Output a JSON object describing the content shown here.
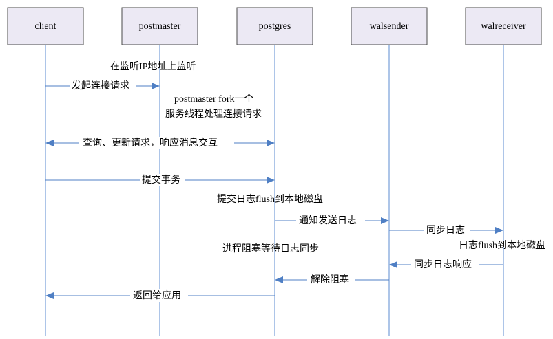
{
  "participants": [
    {
      "id": "client",
      "label": "client"
    },
    {
      "id": "postmaster",
      "label": "postmaster"
    },
    {
      "id": "postgres",
      "label": "postgres"
    },
    {
      "id": "walsender",
      "label": "walsender"
    },
    {
      "id": "walreceiver",
      "label": "walreceiver"
    }
  ],
  "messages": [
    {
      "id": "connect",
      "from": "client",
      "to": "postmaster",
      "label": "发起连接请求"
    },
    {
      "id": "query",
      "from": "client",
      "to": "postgres",
      "label": "查询、更新请求，响应消息交互",
      "bidirectional": true
    },
    {
      "id": "commit",
      "from": "client",
      "to": "postgres",
      "label": "提交事务"
    },
    {
      "id": "notify-send",
      "from": "postgres",
      "to": "walsender",
      "label": "通知发送日志"
    },
    {
      "id": "sync-log",
      "from": "walsender",
      "to": "walreceiver",
      "label": "同步日志"
    },
    {
      "id": "sync-ack",
      "from": "walreceiver",
      "to": "walsender",
      "label": "同步日志响应"
    },
    {
      "id": "unblock",
      "from": "walsender",
      "to": "postgres",
      "label": "解除阻塞"
    },
    {
      "id": "return",
      "from": "postgres",
      "to": "client",
      "label": "返回给应用"
    }
  ],
  "notes": [
    {
      "id": "listen",
      "lines": [
        "在监听IP地址上监听"
      ]
    },
    {
      "id": "fork",
      "lines": [
        "postmaster fork一个",
        "服务线程处理连接请求"
      ]
    },
    {
      "id": "flush-local",
      "lines": [
        "提交日志flush到本地磁盘"
      ]
    },
    {
      "id": "block-wait",
      "lines": [
        "进程阻塞等待日志同步"
      ]
    },
    {
      "id": "standby-flush",
      "lines": [
        "日志flush到本地磁盘"
      ]
    }
  ],
  "colors": {
    "box_fill": "#ece9f4",
    "box_stroke": "#4a4a4a",
    "lifeline": "#5b8bd0",
    "arrow": "#4f7fc4"
  }
}
